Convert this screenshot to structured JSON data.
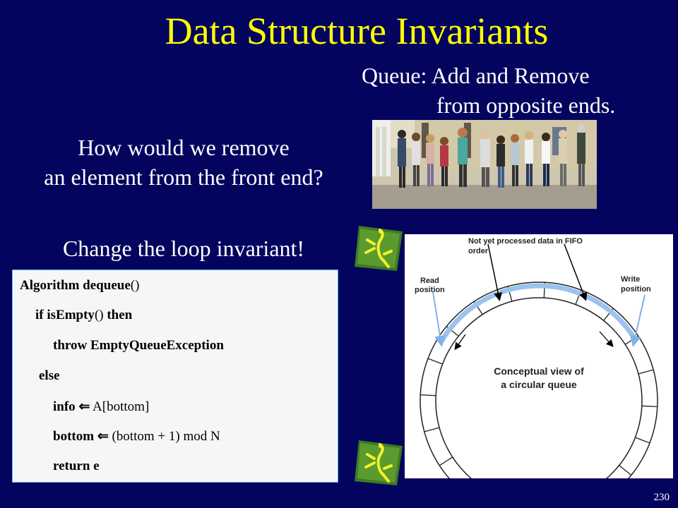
{
  "slide": {
    "title": "Data Structure Invariants",
    "queue_caption_line1": "Queue: Add and Remove",
    "queue_caption_line2": "from opposite ends.",
    "question_line1": "How would we remove",
    "question_line2": "an element from the front end?",
    "change_text": "Change the loop invariant!",
    "page_number": "230"
  },
  "code": {
    "lines": [
      {
        "kw": "Algorithm dequeue",
        "rest": "()"
      },
      {
        "kw": "if isEmpty",
        "rest": "() ",
        "kw2": "then"
      },
      {
        "kw": "throw EmptyQueueException",
        "rest": ""
      },
      {
        "kw": "else",
        "rest": ""
      },
      {
        "kw": "info ",
        "arrow": "⇐",
        "rest": " A[bottom]"
      },
      {
        "kw": "bottom ",
        "arrow": "⇐",
        "rest": " (bottom + 1) mod N"
      },
      {
        "kw": "return e",
        "rest": ""
      }
    ]
  },
  "figure": {
    "top_label_line1": "Not yet processed data in FIFO",
    "top_label_line2": "order",
    "read_label_line1": "Read",
    "read_label_line2": "position",
    "write_label_line1": "Write",
    "write_label_line2": "position",
    "center_line1": "Conceptual view of",
    "center_line2": "a circular queue"
  },
  "colors": {
    "background": "#03045e",
    "title": "#ffff00",
    "text": "#ffffff",
    "highlight_arc": "#9cc3ee"
  },
  "icons": [
    "lizard-icon"
  ]
}
